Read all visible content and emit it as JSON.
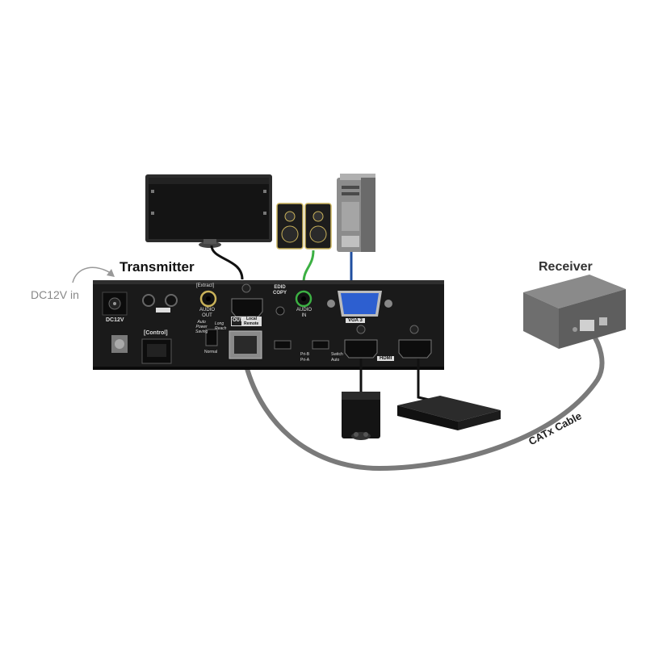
{
  "labels": {
    "transmitter": "Transmitter",
    "receiver": "Receiver",
    "dc_in": "DC12V in",
    "catx_cable": "CATx Cable"
  },
  "panel": {
    "dc12v": "DC12V",
    "control": "[Control]",
    "extract": "[Extract]",
    "audio_out": "AUDIO\nOUT",
    "edid_copy": "EDID\nCOPY",
    "audio_in": "AUDIO\nIN",
    "out": "OUT",
    "local": "Local",
    "remote": "Remote",
    "auto_power_saving": "Auto\nPower\nSaving",
    "long_reach": "Long\nReach",
    "normal": "Normal",
    "vga": "VGA 3",
    "hdmi": "HDMI",
    "pri_b": "Pri-B",
    "pri_a": "Pri-A",
    "switch": "Switch",
    "auto": "Auto"
  },
  "colors": {
    "panel": "#1a1a1a",
    "receiver": "#6e6e6e",
    "cable_gray": "#7a7a7a",
    "audio_green": "#3cb043",
    "vga_blue": "#1f4fa0",
    "vga_port": "#2d5fd0"
  }
}
